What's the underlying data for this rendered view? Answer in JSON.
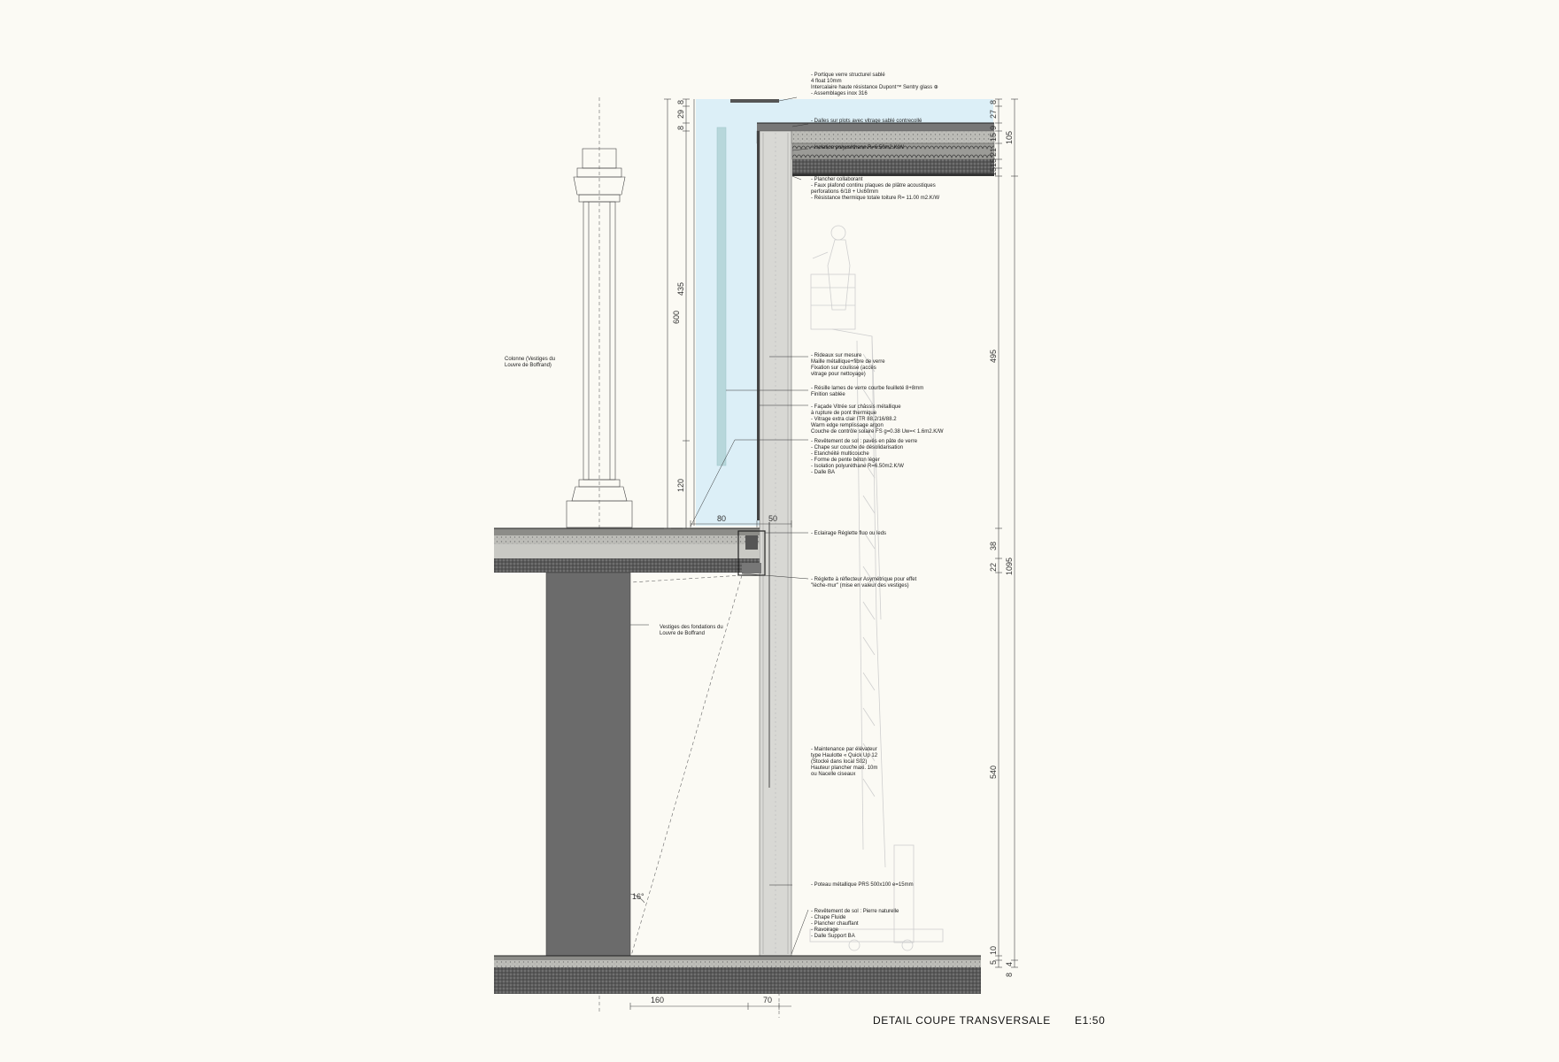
{
  "title": "DETAIL COUPE TRANSVERSALE",
  "scale": "E1:50",
  "angle": "16°",
  "colors": {
    "background": "#fbfaf4",
    "glass": "#dceff7",
    "glass_panel": "#b7d7db",
    "pier": "#6b6b6b",
    "slab": "#4a4a4a",
    "line": "#333333"
  },
  "notes": {
    "glass_portico": [
      "- Portique verre structurel sablé",
      "  4 float 10mm",
      "  Intercalaire haute résistance Dupont™ Sentry glass ⊕",
      "- Assemblages inox 316"
    ],
    "roof_slab": [
      "- Dalles sur plots avec vitrage sablé contrecollé"
    ],
    "roof_insulation": [
      "- Isolation polyuréthane R=6.50m2.K/W"
    ],
    "roof_ceiling": [
      "- Plancher collaborant",
      "- Faux plafond continu plaques de plâtre acoustiques",
      "  perforations 6/18 + U≤60mm",
      "- Résistance thermique totale toiture R= 11.00 m2.K/W"
    ],
    "column": [
      "Colonne (Vestiges du",
      "Louvre de Boffrand)"
    ],
    "curtains": [
      "- Rideaux sur mesure",
      "  Maille métallique+fibre de verre",
      "  Fixation sur coulisse (accès",
      "  vitrage pour nettoyage)"
    ],
    "curved_glass": [
      "- Résille lames de verre courbe feuilleté 8+8mm",
      "  Finition sablée"
    ],
    "facade": [
      "- Façade Vitrée sur châssis métallique",
      "  à rupture de pont thermique",
      "- Vitrage extra clair ITR 88.2/16/88.2",
      "  Warm edge remplissage argon",
      "  Couche de contrôle solaire FS g=0.38 Uw=< 1.6m2.K/W"
    ],
    "floor_upper": [
      "- Revêtement de sol : pavés en pâte de verre",
      "- Chape sur couche de désolidarisation",
      "- Etanchéité multicouche",
      "- Forme de pente béton léger",
      "- Isolation polyuréthane R=6.50m2.K/W",
      "- Dalle BA"
    ],
    "lighting": [
      "- Eclairage Réglette fluo ou leds"
    ],
    "reflector": [
      "- Réglette à réflecteur Asymétrique pour effet",
      "  \"lèche-mur\" (mise en valeur des vestiges)"
    ],
    "foundations": [
      "Vestiges des fondations du",
      "Louvre de Boffrand"
    ],
    "maintenance": [
      "- Maintenance par élévateur",
      "  type Haulotte « Quick Up 12",
      "  (Stocké dans local S02)",
      "  Hauteur plancher maxi. 10m",
      "  ou Nacelle ciseaux"
    ],
    "post": [
      "- Poteau métallique PRS 500x100 e=15mm"
    ],
    "floor_lower": [
      "- Revêtement de sol : Pierre naturelle",
      "- Chape Fluide",
      "- Plancher chauffant",
      "- Ravoirage",
      "- Dalle Support BA"
    ]
  },
  "dims": {
    "left_total": "600",
    "left_upper": [
      "8",
      "29",
      "8"
    ],
    "left_mid": "435",
    "left_low": "120",
    "right_roof": [
      "8",
      "27",
      "9",
      "15",
      "21",
      "15",
      "15"
    ],
    "right_105": "105",
    "right_495": "495",
    "right_floor": [
      "38",
      "22"
    ],
    "right_total": "1095",
    "right_540": "540",
    "right_bottom": [
      "5",
      "10",
      "4",
      "8"
    ],
    "horiz_top": [
      "80",
      "50"
    ],
    "horiz_bottom": [
      "160",
      "70"
    ]
  }
}
